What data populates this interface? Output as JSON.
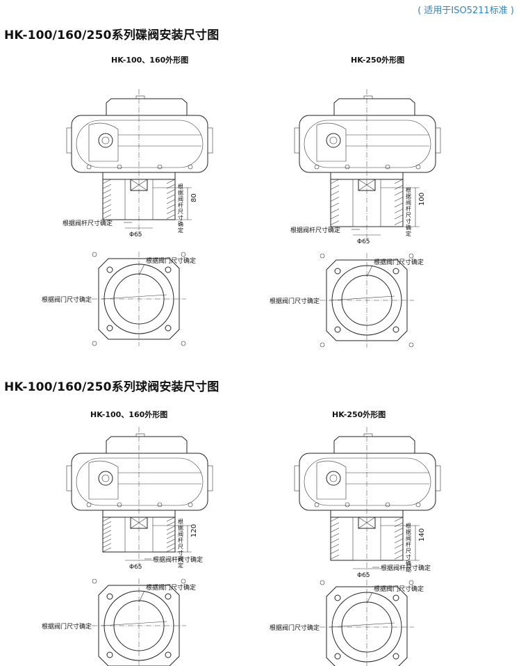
{
  "header": {
    "standard_note": "( 适用于ISO5211标准 )"
  },
  "sections": [
    {
      "title": "HK-100/160/250系列碟阀安装尺寸图",
      "drawings": [
        {
          "subtitle": "HK-100、160外形图",
          "diameter": "Φ65",
          "height": "80",
          "stem_label": "根据阀杆尺寸确定",
          "stem_vertical": "根据阀杆尺寸确定",
          "gate_label_a": "根据阀门尺寸确定",
          "gate_label_b": "根据阀门尺寸确定"
        },
        {
          "subtitle": "HK-250外形图",
          "diameter": "Φ65",
          "height": "100",
          "stem_label": "根据阀杆尺寸确定",
          "stem_vertical": "根据阀杆尺寸确定",
          "gate_label_a": "根据阀门尺寸确定",
          "gate_label_b": "根据阀门尺寸确定"
        }
      ]
    },
    {
      "title": "HK-100/160/250系列球阀安装尺寸图",
      "drawings": [
        {
          "subtitle": "HK-100、160外形图",
          "diameter": "Φ65",
          "height": "120",
          "stem_label": "根据阀杆尺寸确定",
          "stem_vertical": "根据阀杆尺寸确定",
          "gate_label_a": "根据阀门尺寸确定",
          "gate_label_b": "根据阀门尺寸确定"
        },
        {
          "subtitle": "HK-250外形图",
          "diameter": "Φ65",
          "height": "140",
          "stem_label": "根据阀杆尺寸确定",
          "stem_vertical": "根据阀杆尺寸确定",
          "gate_label_a": "根据阀门尺寸确定",
          "gate_label_b": "根据阀门尺寸确定"
        }
      ]
    }
  ]
}
